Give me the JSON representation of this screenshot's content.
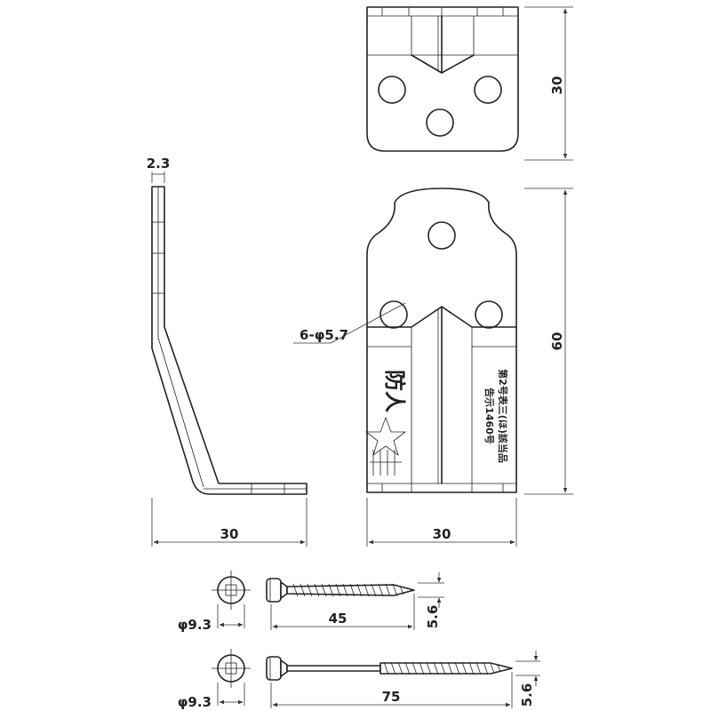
{
  "dimensions": {
    "thickness": "2.3",
    "side_width": "30",
    "front_width": "30",
    "top_height": "30",
    "front_height": "60",
    "holes": "6-φ5.7",
    "screw_short_diameter": "φ9.3",
    "screw_short_length": "45",
    "screw_short_head": "5.6",
    "screw_long_diameter": "φ9.3",
    "screw_long_length": "75",
    "screw_long_head": "5.6"
  },
  "markings": {
    "logo_text": "防人",
    "cert_line1": "告示1460号",
    "cert_line2": "第2号表三(ほ)該当品"
  }
}
